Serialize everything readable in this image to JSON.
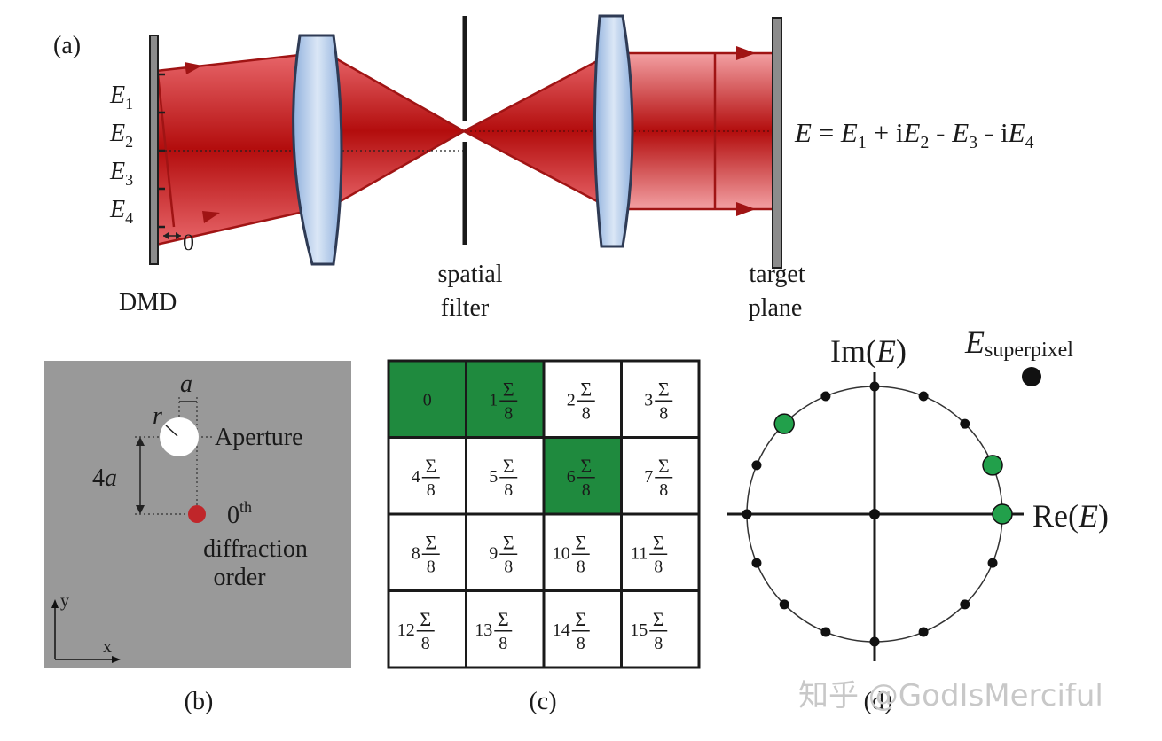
{
  "panel_a": {
    "label": "(a)",
    "dmd_label": "DMD",
    "field_labels": [
      "E",
      "E",
      "E",
      "E"
    ],
    "field_subscripts": [
      "1",
      "2",
      "3",
      "4"
    ],
    "zero_mark": "0",
    "spatial_filter_label": [
      "spatial",
      "filter"
    ],
    "target_plane_label": [
      "target",
      "plane"
    ],
    "equation": {
      "E": "E",
      "eq": " = ",
      "E1": "E",
      "s1": "1",
      "plus_i": " + i",
      "E2": "E",
      "s2": "2",
      "minus1": " - ",
      "E3": "E",
      "s3": "3",
      "minus_i": " - i",
      "E4": "E",
      "s4": "4"
    },
    "colors": {
      "beam": "#b51a1a",
      "beam_light": "#f2a0a0",
      "lens": "#b9cdea",
      "lens_edge": "#4a6fa3"
    }
  },
  "panel_b": {
    "label": "(b)",
    "a_label": "a",
    "r_label": "r",
    "four": "4",
    "four_a": "a",
    "aperture_label": "Aperture",
    "order_sup": "th",
    "order_zero": "0",
    "order_label": [
      "diffraction",
      "order"
    ],
    "axis_y": "y",
    "axis_x": "x",
    "colors": {
      "background": "#999999",
      "order_dot": "#c0262a"
    }
  },
  "panel_c": {
    "label": "(c)",
    "cells": [
      {
        "n": "0",
        "frac": false
      },
      {
        "n": "1",
        "frac": true
      },
      {
        "n": "2",
        "frac": true
      },
      {
        "n": "3",
        "frac": true
      },
      {
        "n": "4",
        "frac": true
      },
      {
        "n": "5",
        "frac": true
      },
      {
        "n": "6",
        "frac": true
      },
      {
        "n": "7",
        "frac": true
      },
      {
        "n": "8",
        "frac": true
      },
      {
        "n": "9",
        "frac": true
      },
      {
        "n": "10",
        "frac": true
      },
      {
        "n": "11",
        "frac": true
      },
      {
        "n": "12",
        "frac": true
      },
      {
        "n": "13",
        "frac": true
      },
      {
        "n": "14",
        "frac": true
      },
      {
        "n": "15",
        "frac": true
      }
    ],
    "highlighted": [
      0,
      1,
      6
    ],
    "frac_num": "Σ",
    "frac_den": "8",
    "colors": {
      "highlight": "#1f8a3e"
    }
  },
  "panel_d": {
    "label": "(d)",
    "im_label": "Im(",
    "im_E": "E",
    "im_close": ")",
    "re_label": "Re(",
    "re_E": "E",
    "re_close": ")",
    "superpixel_E": "E",
    "superpixel_sub": "superpixel",
    "colors": {
      "green": "#22a04b"
    }
  },
  "watermark": "知乎 @GodIsMerciful"
}
